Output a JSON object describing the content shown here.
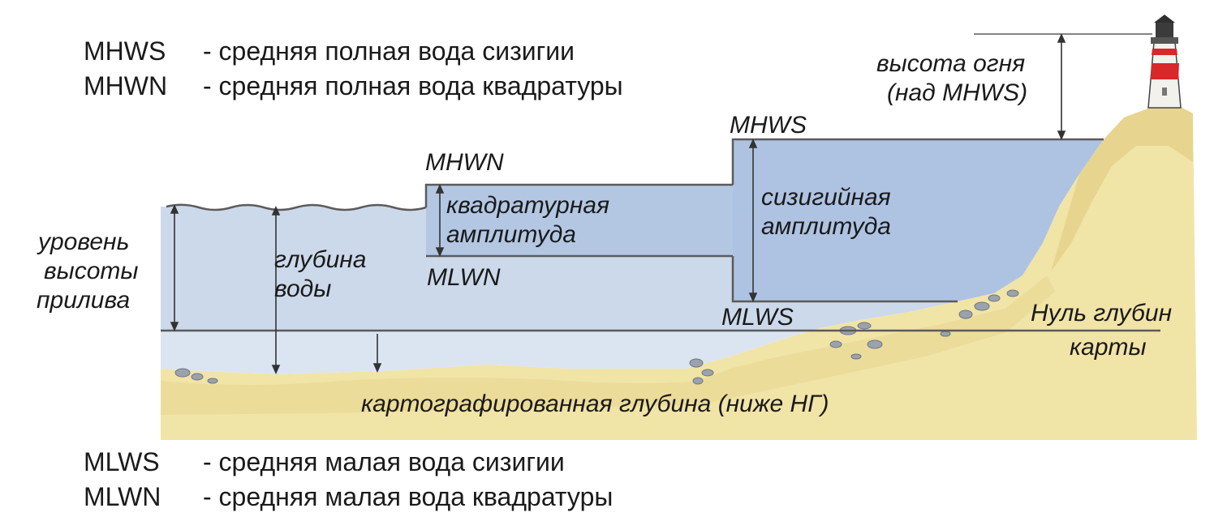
{
  "legend_top": [
    {
      "abbr": "MHWS",
      "desc": "- средняя полная вода сизигии"
    },
    {
      "abbr": "MHWN",
      "desc": "- средняя полная вода квадратуры"
    }
  ],
  "legend_bottom": [
    {
      "abbr": "MLWS",
      "desc": "- средняя малая вода сизигии"
    },
    {
      "abbr": "MLWN",
      "desc": "- средняя малая вода квадратуры"
    }
  ],
  "levels": {
    "mhws": "MHWS",
    "mhwn": "MHWN",
    "mlwn": "MLWN",
    "mlws": "MLWS"
  },
  "labels": {
    "tide_height": [
      "уровень",
      "высоты",
      "прилива"
    ],
    "water_depth": [
      "глубина",
      "воды"
    ],
    "neap_range": [
      "квадратурная",
      "амплитуда"
    ],
    "spring_range": [
      "сизигийная",
      "амплитуда"
    ],
    "light_height": [
      "высота огня",
      "(над MHWS)"
    ],
    "chart_datum": [
      "Нуль глубин",
      "карты"
    ],
    "charted_depth": "картографированная глубина (ниже НГ)"
  },
  "colors": {
    "water": "#c9d7ea",
    "water_high": "#aec3e2",
    "sand": "#f0e3a6",
    "sand_dark": "#d8c579",
    "line": "#5a5a5a",
    "lighthouse_red": "#d8282a"
  }
}
